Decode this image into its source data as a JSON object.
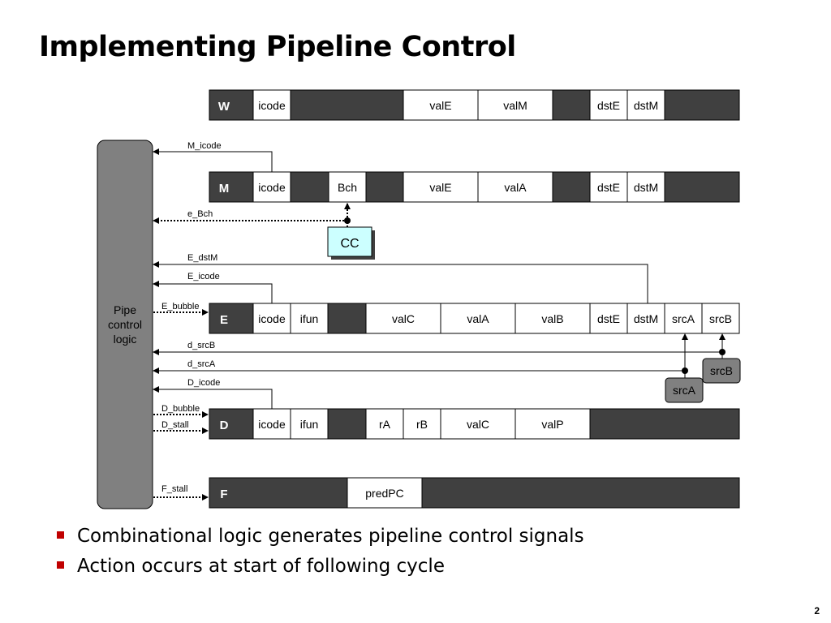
{
  "slide": {
    "title": "Implementing Pipeline Control",
    "page_number": "2",
    "bullets": [
      "Combinational logic generates pipeline control signals",
      "Action occurs at start of following cycle"
    ]
  },
  "diagram": {
    "control_block": {
      "label_lines": [
        "Pipe",
        "control",
        "logic"
      ]
    },
    "registers": {
      "W": {
        "label": "W",
        "fields": [
          "icode",
          "valE",
          "valM",
          "dstE",
          "dstM"
        ]
      },
      "M": {
        "label": "M",
        "fields": [
          "icode",
          "Bch",
          "valE",
          "valA",
          "dstE",
          "dstM"
        ]
      },
      "E": {
        "label": "E",
        "fields": [
          "icode",
          "ifun",
          "valC",
          "valA",
          "valB",
          "dstE",
          "dstM",
          "srcA",
          "srcB"
        ]
      },
      "D": {
        "label": "D",
        "fields": [
          "icode",
          "ifun",
          "rA",
          "rB",
          "valC",
          "valP"
        ]
      },
      "F": {
        "label": "F",
        "fields": [
          "predPC"
        ]
      }
    },
    "cc_box": "CC",
    "decode_boxes": [
      "srcB",
      "srcA"
    ],
    "signals": {
      "M_icode": "M_icode",
      "e_Bch": "e_Bch",
      "E_dstM": "E_dstM",
      "E_icode": "E_icode",
      "E_bubble": "E_bubble",
      "d_srcB": "d_srcB",
      "d_srcA": "d_srcA",
      "D_icode": "D_icode",
      "D_bubble": "D_bubble",
      "D_stall": "D_stall",
      "F_stall": "F_stall"
    },
    "colors": {
      "register_fill": "#404040",
      "field_fill": "#ffffff",
      "control_fill": "#808080",
      "cc_fill": "#ccffff",
      "decode_box_fill": "#808080",
      "bullet_marker": "#c00000"
    }
  }
}
